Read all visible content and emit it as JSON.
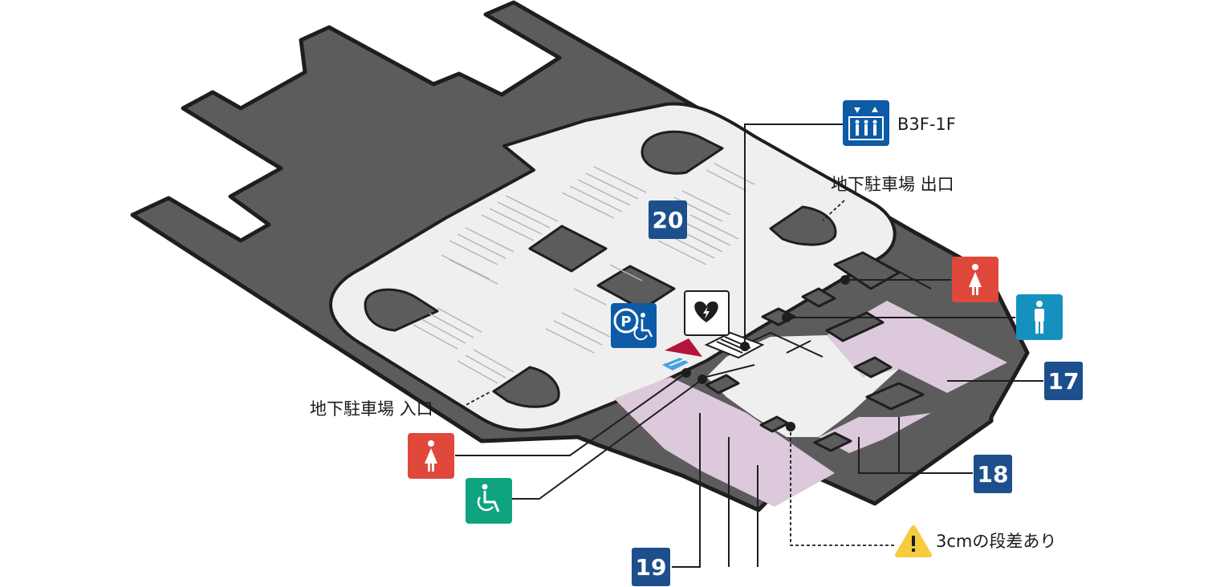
{
  "colors": {
    "wall": "#5c5c5c",
    "outline": "#1e1e1e",
    "parking_floor": "#efefef",
    "shop_floor": "#ddc9dc",
    "badge_blue": "#1c4f8c",
    "icon_blue": "#0d5aa7",
    "female_red": "#e0483c",
    "male_cyan": "#1591c0",
    "accessible_green": "#10a37f",
    "entrance_marker": "#b4153a",
    "caution_yellow": "#f5cc3d"
  },
  "labels": {
    "elevator_floors": "B3F-1F",
    "parking_exit": "地下駐車場 出口",
    "parking_entrance": "地下駐車場 入口",
    "step_warning": "3cmの段差あり"
  },
  "areas": {
    "area_20": "20",
    "area_17": "17",
    "area_18": "18",
    "area_19": "19"
  },
  "icons": {
    "elevator": "elevator-icon",
    "female_restroom_upper": "female-restroom-icon",
    "male_restroom": "male-restroom-icon",
    "female_restroom_lower": "female-restroom-icon",
    "accessible_restroom": "accessible-restroom-icon",
    "accessible_parking": "accessible-parking-icon",
    "aed": "aed-icon",
    "caution": "caution-icon"
  }
}
